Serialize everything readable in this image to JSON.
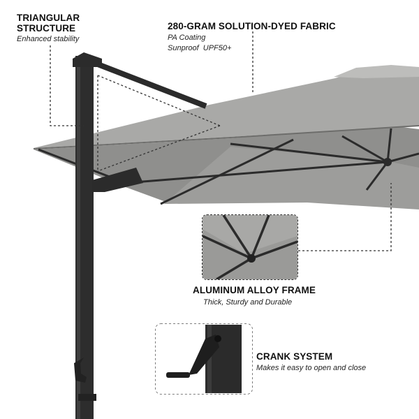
{
  "features": {
    "triangular": {
      "title_line1": "TRIANGULAR",
      "title_line2": "STRUCTURE",
      "subtitle": "Enhanced stability"
    },
    "fabric": {
      "title": "280-GRAM SOLUTION-DYED FABRIC",
      "line1": "PA Coating",
      "line2": "Sunproof  UPF50+"
    },
    "frame": {
      "title": "ALUMINUM ALLOY FRAME",
      "subtitle": "Thick, Sturdy and Durable"
    },
    "crank": {
      "title": "CRANK SYSTEM",
      "subtitle": "Makes it easy to open and close"
    }
  },
  "colors": {
    "canopy_fabric": "#a8a8a6",
    "canopy_shadow": "#8f8f8d",
    "frame_metal": "#2b2b2b",
    "callout_lines": "#333333"
  }
}
